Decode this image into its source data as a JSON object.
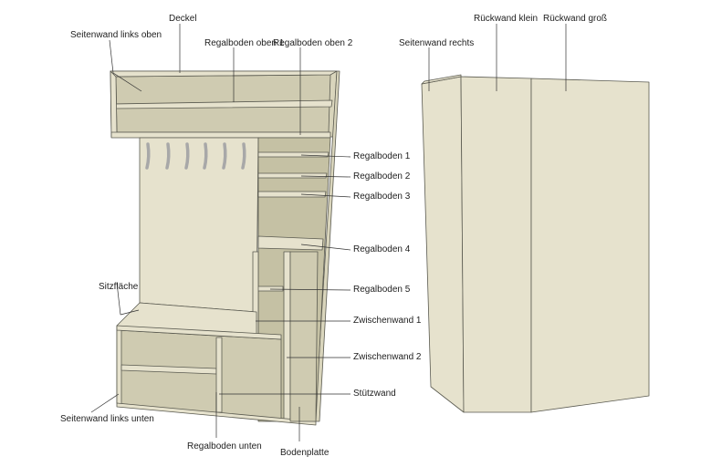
{
  "colors": {
    "panel_light": "#e6e2cd",
    "panel_mid": "#d9d5bc",
    "panel_dark": "#c5c1a4",
    "panel_inner": "#cfcbb1",
    "edge": "#5a5a50",
    "hook": "#b8b8b8"
  },
  "labels": {
    "deckel": "Deckel",
    "seitenwand_links_oben": "Seitenwand links oben",
    "regalboden_oben_1": "Regalboden oben 1",
    "regalboden_oben_2": "Regalboden oben 2",
    "regalboden_1": "Regalboden 1",
    "regalboden_2": "Regalboden 2",
    "regalboden_3": "Regalboden 3",
    "regalboden_4": "Regalboden 4",
    "regalboden_5": "Regalboden 5",
    "zwischenwand_1": "Zwischenwand 1",
    "zwischenwand_2": "Zwischenwand 2",
    "stuetzwand": "Stützwand",
    "sitzflaeche": "Sitzfläche",
    "seitenwand_links_unten": "Seitenwand links unten",
    "regalboden_unten": "Regalboden unten",
    "bodenplatte": "Bodenplatte",
    "seitenwand_rechts": "Seitenwand rechts",
    "rueckwand_klein": "Rückwand klein",
    "rueckwand_gross": "Rückwand groß"
  },
  "icons": {
    "coat_hook": "coat-hook-icon"
  }
}
